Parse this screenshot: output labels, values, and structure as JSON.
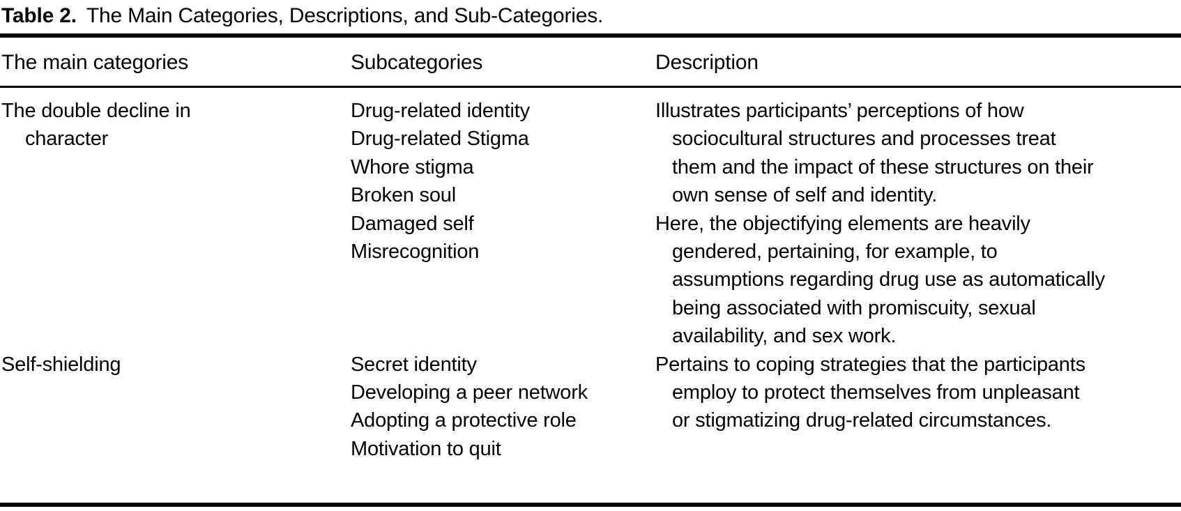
{
  "title": {
    "label": "Table 2.",
    "text": "The Main Categories, Descriptions, and Sub-Categories."
  },
  "table": {
    "headers": [
      "The main categories",
      "Subcategories",
      "Description"
    ],
    "rows": [
      {
        "category": {
          "lines": [
            "The double decline in",
            "character"
          ]
        },
        "subcategories": [
          "Drug-related identity",
          "Drug-related Stigma",
          "Whore stigma",
          "Broken soul",
          "Damaged self",
          "Misrecognition"
        ],
        "description": [
          {
            "lines": [
              "Illustrates participants’ perceptions of how",
              "sociocultural structures and processes treat",
              "them and the impact of these structures on their",
              "own sense of self and identity."
            ]
          },
          {
            "lines": [
              "Here, the objectifying elements are heavily",
              "gendered, pertaining, for example, to",
              "assumptions regarding drug use as automatically",
              "being associated with promiscuity, sexual",
              "availability, and sex work."
            ]
          }
        ]
      },
      {
        "category": {
          "lines": [
            "Self-shielding"
          ]
        },
        "subcategories": [
          "Secret identity",
          "Developing a peer network",
          "Adopting a protective role",
          "Motivation to quit"
        ],
        "description": [
          {
            "lines": [
              "Pertains to coping strategies that the participants",
              "employ to protect themselves from unpleasant",
              "or stigmatizing drug-related circumstances."
            ]
          }
        ]
      }
    ]
  },
  "colors": {
    "text": "#000000",
    "background": "#ffffff",
    "rule": "#000000"
  }
}
